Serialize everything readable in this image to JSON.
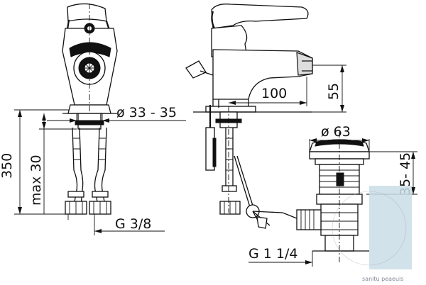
{
  "dimensions": {
    "height_total": "350",
    "mount_max": "max 30",
    "hole_diameter": "ø 33 - 35",
    "spout_reach": "100",
    "spout_height": "55",
    "drain_diameter": "ø 63",
    "drain_height": "35- 45",
    "connection_thread": "G 3/8",
    "drain_thread": "G 1 1/4"
  },
  "watermark": "sanitu peaeuis",
  "colors": {
    "line": "#111111",
    "background": "#ffffff",
    "watermark_bar": "#c9dde8"
  }
}
